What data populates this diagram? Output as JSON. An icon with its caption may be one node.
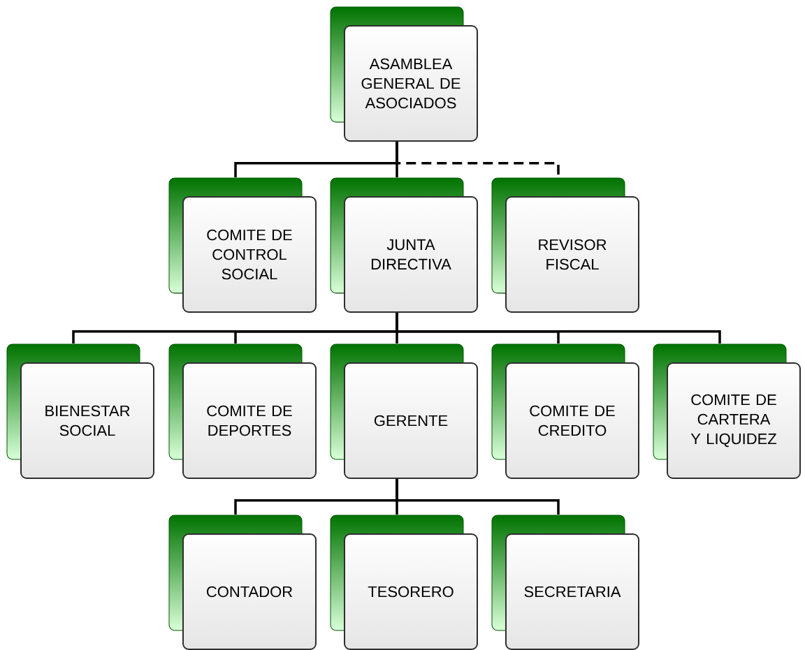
{
  "diagram": {
    "nodes": [
      {
        "text": [
          "ASAMBLEA GENERAL DE ASOCIADOS"
        ]
      },
      {
        "text": [
          "COMITE DE CONTROL SOCIAL"
        ]
      },
      {
        "text": [
          "JUNTA DIRECTIVA"
        ]
      },
      {
        "text": [
          "REVISOR FISCAL"
        ]
      },
      {
        "text": [
          "BIENESTAR SOCIAL"
        ]
      },
      {
        "text": [
          "COMITE DE DEPORTES"
        ]
      },
      {
        "text": [
          "GERENTE"
        ]
      },
      {
        "text": [
          "COMITE DE CREDITO"
        ]
      },
      {
        "text": [
          "COMITE DE CARTERA Y LIQUIDEZ"
        ]
      },
      {
        "text": [
          "CONTADOR"
        ]
      },
      {
        "text": [
          "TESORERO"
        ]
      },
      {
        "text": [
          "SECRETARIA"
        ]
      }
    ],
    "edges": [
      {
        "from": 0,
        "to": 1,
        "arrow": "none"
      },
      {
        "from": 0,
        "to": 2,
        "arrow": "none"
      },
      {
        "from": 0,
        "to": 3,
        "arrow": "none",
        "style": "dashed"
      },
      {
        "from": 2,
        "to": 4,
        "arrow": "none"
      },
      {
        "from": 2,
        "to": 5,
        "arrow": "none"
      },
      {
        "from": 2,
        "to": 6,
        "arrow": "none"
      },
      {
        "from": 2,
        "to": 7,
        "arrow": "none"
      },
      {
        "from": 2,
        "to": 8,
        "arrow": "none"
      },
      {
        "from": 6,
        "to": 9,
        "arrow": "none"
      },
      {
        "from": 6,
        "to": 10,
        "arrow": "none"
      },
      {
        "from": 6,
        "to": 11,
        "arrow": "none"
      }
    ]
  }
}
